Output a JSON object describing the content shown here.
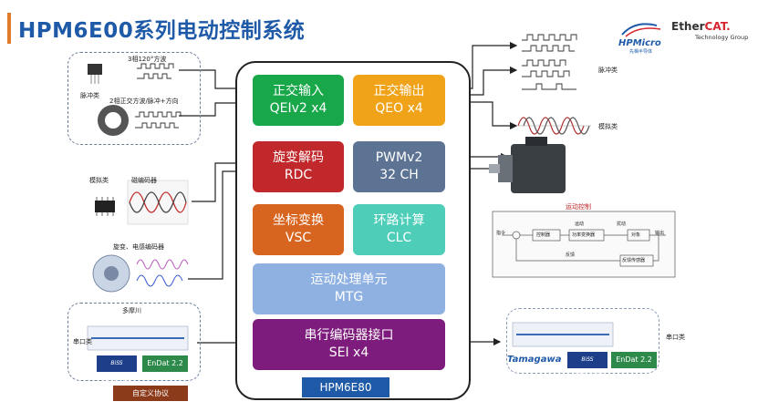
{
  "title": "HPM6E00系列电动控制系统",
  "logos": {
    "hpm_text": "HPMicro",
    "hpm_sub": "先楫半导体",
    "ethercat_prefix": "Ether",
    "ethercat_suffix": "CAT.",
    "ethercat_sub": "Technology Group"
  },
  "chip": {
    "label": "HPM6E80",
    "blocks": [
      {
        "line1": "正交输入",
        "line2": "QEIv2 x4",
        "color": "#18a84a"
      },
      {
        "line1": "正交输出",
        "line2": "QEO x4",
        "color": "#f0a319"
      },
      {
        "line1": "旋变解码",
        "line2": "RDC",
        "color": "#c0282b"
      },
      {
        "line1": "PWMv2",
        "line2": "32 CH",
        "color": "#5d7393"
      },
      {
        "line1": "坐标变换",
        "line2": "VSC",
        "color": "#d8651f"
      },
      {
        "line1": "环路计算",
        "line2": "CLC",
        "color": "#4ecdb9"
      },
      {
        "line1": "运动处理单元",
        "line2": "MTG",
        "color": "#8fb1e2"
      },
      {
        "line1": "串行编码器接口",
        "line2": "SEI x4",
        "color": "#7e1c7d"
      }
    ]
  },
  "left": {
    "pulse_group": "脉冲类",
    "pulse_label1": "3相120°方波",
    "pulse_label2": "2相正交方波/脉冲+方向",
    "analog_group": "模拟类",
    "analog_sensor": "磁编码器",
    "resolver_label": "旋变、电感编码器",
    "serial_group": "串口类",
    "serial_vendor": "多摩川",
    "endat": "EnDat 2.2",
    "biss": "BiSS INTERFACE",
    "custom_protocol": "自定义协议"
  },
  "right": {
    "pulse_group": "脉冲类",
    "analog_group": "模拟类",
    "motion_title": "运动控制",
    "serial_group": "串口类",
    "tamagawa": "Tamagawa",
    "endat": "EnDat 2.2",
    "biss": "BiSS INTERFACE",
    "diagram_labels": {
      "input": "指令",
      "controller": "控制器",
      "power": "功率变换器",
      "plant": "对象",
      "output": "输出",
      "feedback": "反馈",
      "sensor": "反馈传感器",
      "disturb1": "运动",
      "disturb2": "扰动"
    }
  },
  "colors": {
    "accent": "#1e5aa8",
    "title_bar": "#e07b2c"
  }
}
